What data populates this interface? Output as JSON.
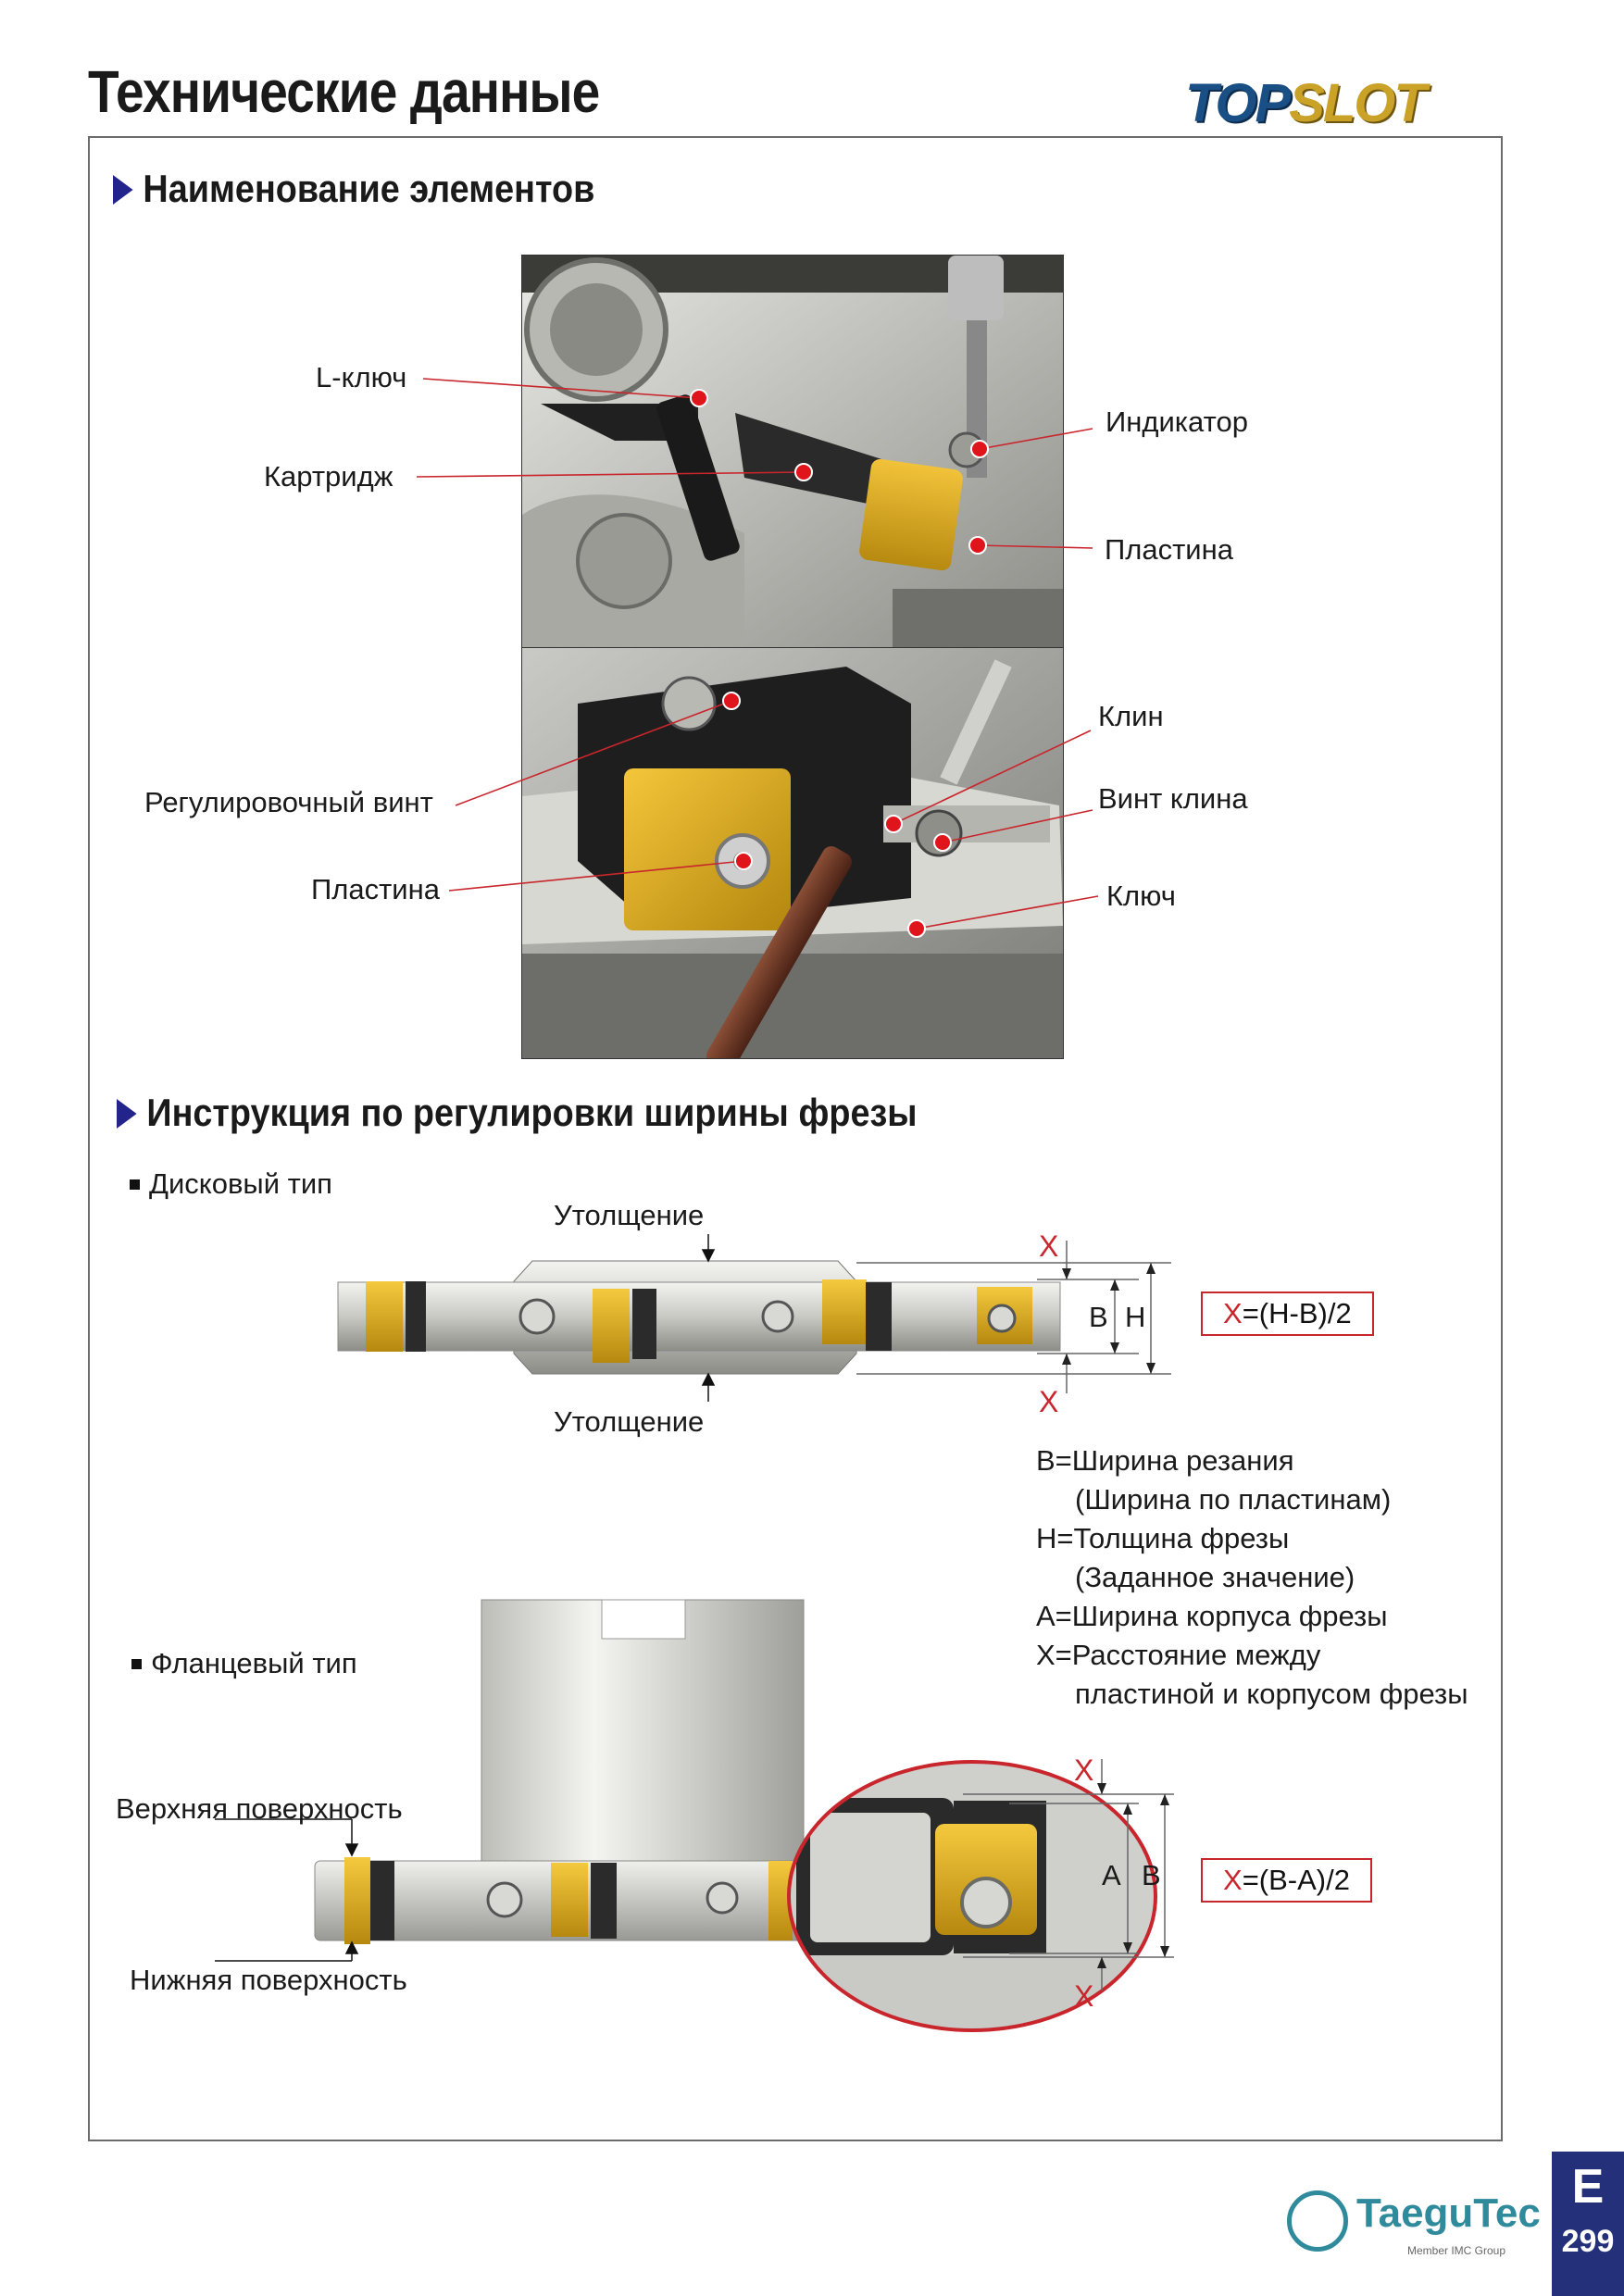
{
  "page": {
    "title": "Технические данные",
    "logo_top": "TOP",
    "logo_slot": "SLOT"
  },
  "section1": {
    "heading": "Наименование элементов",
    "labels": {
      "l_key": "L-ключ",
      "cartridge": "Картридж",
      "indicator": "Индикатор",
      "insert_top": "Пластина",
      "wedge": "Клин",
      "adjust_screw": "Регулировочный винт",
      "wedge_screw": "Винт клина",
      "insert_bottom": "Пластина",
      "key": "Ключ"
    }
  },
  "section2": {
    "heading": "Инструкция по регулировки ширины фрезы",
    "disc": {
      "label": "Дисковый тип",
      "thickening_top": "Утолщение",
      "thickening_bottom": "Утолщение",
      "x_top": "X",
      "x_bottom": "X",
      "dim_b": "B",
      "dim_h": "H",
      "formula_x": "X",
      "formula_rest": "=(H-B)/2"
    },
    "legend": [
      "B=Ширина резания",
      "(Ширина по пластинам)",
      "H=Толщина фрезы",
      "(Заданное значение)",
      "A=Ширина корпуса фрезы",
      "X=Расстояние между",
      "пластиной и корпусом фрезы"
    ],
    "flange": {
      "label": "Фланцевый тип",
      "upper_surface": "Верхняя поверхность",
      "lower_surface": "Нижняя поверхность",
      "x_top": "X",
      "x_bottom": "X",
      "dim_a": "A",
      "dim_b": "B",
      "formula_x": "X",
      "formula_rest": "=(B-A)/2"
    }
  },
  "footer": {
    "brand": "TaeguTec",
    "brand_sub": "Member IMC Group",
    "section_letter": "E",
    "page_number": "299"
  },
  "colors": {
    "accent_red": "#c8262c",
    "triangle_blue": "#23238c",
    "tab_blue": "#24307a",
    "insert_gold": "#d9a514"
  }
}
